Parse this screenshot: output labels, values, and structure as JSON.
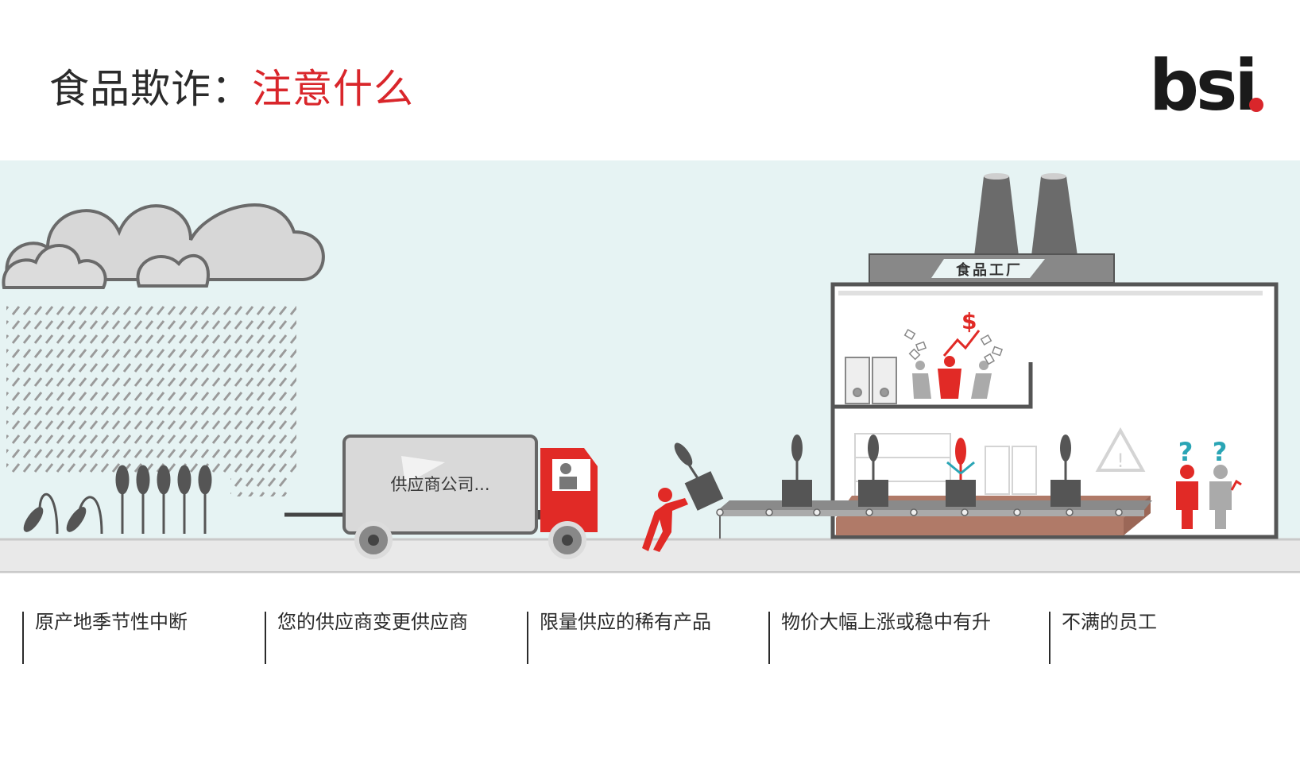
{
  "header": {
    "title_prefix": "食品欺诈：",
    "title_accent": "注意什么",
    "logo_text": "bsi",
    "accent_color": "#d9262b"
  },
  "scene": {
    "truck_label": "供应商公司...",
    "factory_label": "食品工厂"
  },
  "captions": [
    "原产地季节性中断",
    "您的供应商变更供应商",
    "限量供应的稀有产品",
    "物价大幅上涨或稳中有升",
    "不满的员工"
  ]
}
